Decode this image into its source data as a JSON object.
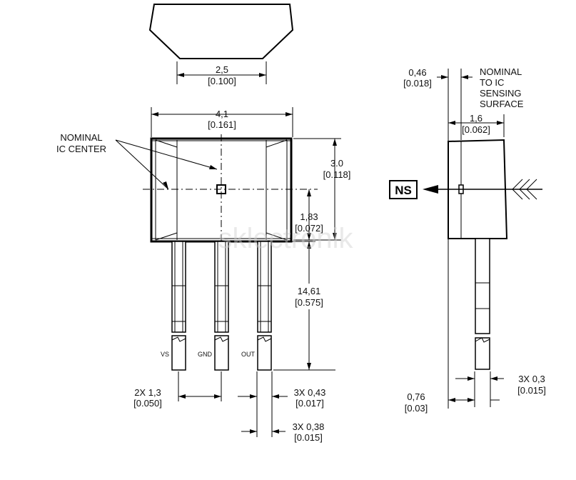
{
  "dimensions": {
    "top_width": {
      "metric": "2,5",
      "imperial": "[0.100]"
    },
    "body_width": {
      "metric": "4,1",
      "imperial": "[0.161]"
    },
    "body_height": {
      "metric": "3.0",
      "imperial": "[0.118]"
    },
    "center_height": {
      "metric": "1,83",
      "imperial": "[0.072]"
    },
    "lead_length": {
      "metric": "14,61",
      "imperial": "[0.575]"
    },
    "lead_pitch": {
      "metric": "2X 1,3",
      "imperial": "[0.050]"
    },
    "lead_width": {
      "metric": "3X 0,43",
      "imperial": "[0.017]"
    },
    "lead_narrow": {
      "metric": "3X 0,38",
      "imperial": "[0.015]"
    },
    "sensing_depth": {
      "metric": "0,46",
      "imperial": "[0.018]"
    },
    "side_thickness": {
      "metric": "1,6",
      "imperial": "[0.062]"
    },
    "side_lead_offset": {
      "metric": "0,76",
      "imperial": "[0.03]"
    },
    "side_lead_thickness": {
      "metric": "3X 0,3",
      "imperial": "[0.015]"
    }
  },
  "labels": {
    "nominal_ic_center": [
      "NOMINAL",
      "IC CENTER"
    ],
    "nominal_to_ic": [
      "NOMINAL",
      "TO IC",
      "SENSING",
      "SURFACE"
    ],
    "ns": "NS"
  },
  "pins": [
    "VS",
    "GND",
    "OUT"
  ],
  "watermark": "sklectronik"
}
